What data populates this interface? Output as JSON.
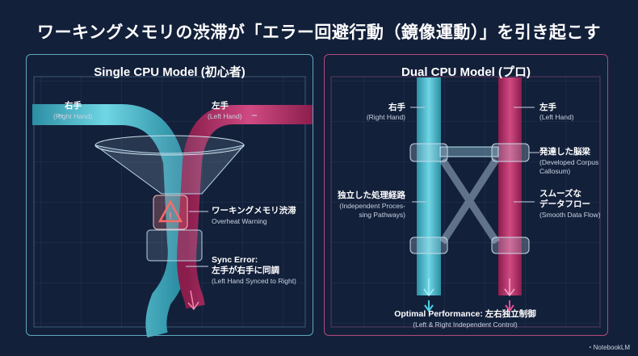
{
  "title": "ワーキングメモリの渋滞が「エラー回避行動（鏡像運動）」を引き起こす",
  "left_panel": {
    "title": "Single CPU Model (初心者)",
    "right_hand": {
      "jp": "右手",
      "en": "(Right Hand)"
    },
    "left_hand": {
      "jp": "左手",
      "en": "(Left Hand)"
    },
    "warning": {
      "jp": "ワーキングメモリ渋滞",
      "en": "Overheat Warning"
    },
    "sync_error": {
      "head": "Sync Error:",
      "jp": "左手が右手に同調",
      "en": "(Left Hand Synced to Right)"
    }
  },
  "right_panel": {
    "title": "Dual CPU Model (プロ)",
    "right_hand": {
      "jp": "右手",
      "en": "(Right Hand)"
    },
    "left_hand": {
      "jp": "左手",
      "en": "(Left Hand)"
    },
    "corpus": {
      "jp": "発達した脳梁",
      "en1": "(Developed Corpus",
      "en2": "Callosum)"
    },
    "independent": {
      "jp": "独立した処理経路",
      "en1": "(Independent Proces-",
      "en2": "sing Pathways)"
    },
    "smooth": {
      "jp1": "スムーズな",
      "jp2": "データフロー",
      "en": "(Smooth Data Flow)"
    },
    "optimal": {
      "head": "Optimal Performance: 左右独立制御",
      "en": "(Left & Right Independent Control)"
    }
  },
  "brand": "NotebookLM",
  "colors": {
    "blue": "#4fc3d6",
    "pink": "#c0346e",
    "bg": "#13203a",
    "warning": "#ff5a5a"
  }
}
